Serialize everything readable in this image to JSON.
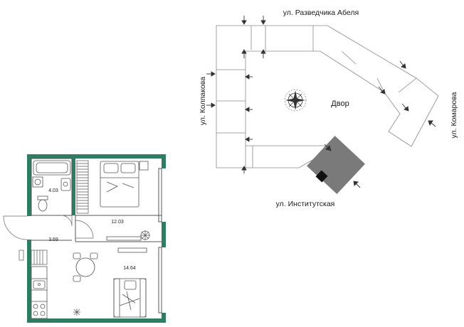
{
  "plan": {
    "rooms": [
      {
        "id": "bath",
        "area": "4.03"
      },
      {
        "id": "bedroom",
        "area": "12.03"
      },
      {
        "id": "hall",
        "area": "3.69"
      },
      {
        "id": "kitchen-living",
        "area": "14.64"
      }
    ],
    "colors": {
      "wall": "#2e7d62",
      "line": "#555555",
      "building": "#7a7a7a"
    }
  },
  "site": {
    "streets": {
      "north": "ул. Разведчика Абеля",
      "west": "ул. Колпакова",
      "east": "ул. Комарова",
      "south": "ул. Институтская"
    },
    "yard": "Двор"
  }
}
